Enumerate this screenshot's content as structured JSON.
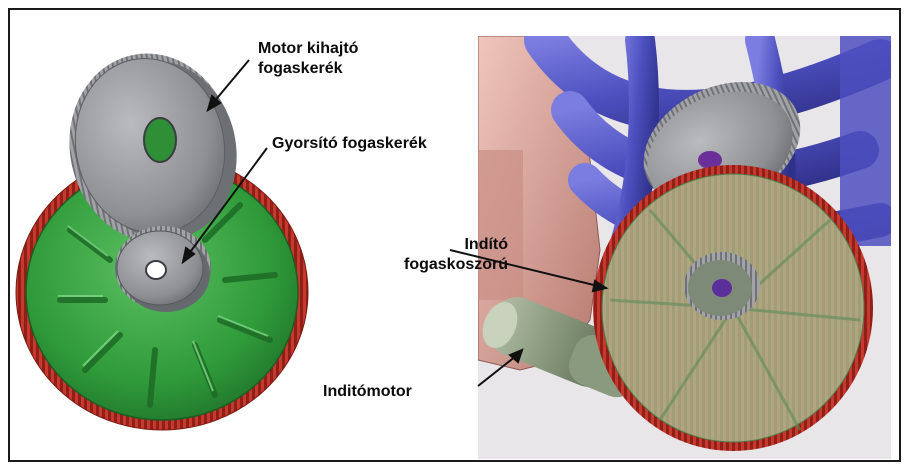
{
  "labels": {
    "motor_output_gear": {
      "line1": "Motor kihajtó",
      "line2": "fogaskerék"
    },
    "accelerating_gear": "Gyorsító fogaskerék",
    "starter_ring_gear": {
      "line1": "Indító",
      "line2": "fogaskoszorú"
    },
    "starter_motor": "Inditómotor"
  },
  "colors": {
    "frame_border": "#1b1b1b",
    "gear_gray": "#8e9094",
    "ring_gear_red": "#b3261e",
    "flywheel_green": "#2f9a3a",
    "engine_blue": "#4d4fbf",
    "housing_pink": "#d9a49a",
    "translucent_green": "#a8cfa0",
    "starter_olive": "#8a9a7f"
  }
}
